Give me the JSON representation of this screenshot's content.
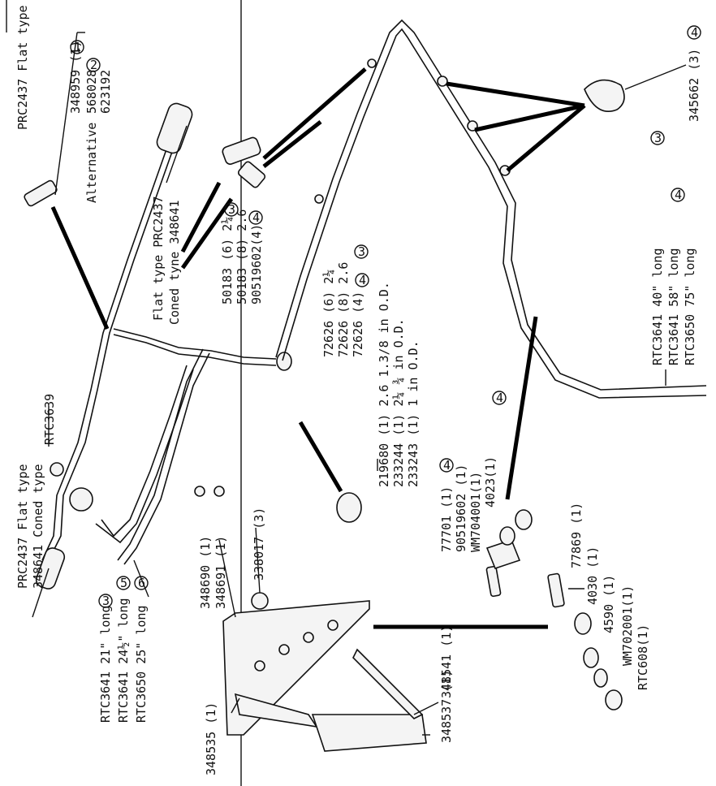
{
  "labels": {
    "prc2437_flat_left": "PRC2437 Flat type",
    "coned_left": "348641 Coned type",
    "rtc3639": "RTC3639",
    "rtc3641_21": "RTC3641 21\" long",
    "rtc3641_24": "RTC3641 24½\" long",
    "rtc3650_25": "RTC3650  25\" long",
    "num3": "3",
    "num5": "5",
    "num6": "6",
    "p348690": "348690 (1)",
    "p348691": "348691 (1)",
    "p338017": "338017 (3)",
    "p348535": "348535 (1)",
    "p348537": "348537 (1)",
    "p348541": "348541 (1)",
    "p348959": "348959 (1)",
    "p568028": "568028",
    "p623192": "623192",
    "alternative": "Alternative",
    "flat_type_mid": "Flat type PRC2437",
    "coned_mid": "Coned tyne 348641",
    "n1": "1",
    "n2": "2",
    "n4": "4",
    "p50183a": "50183 (6) 2¼",
    "p50183b": "50183 (8) 2.6",
    "p90519602_4": "90519602(4)",
    "p72626a": "72626 (6) 2¼",
    "p72626b": "72626 (8) 2.6",
    "p72626c": "72626 (4)",
    "p219680": "219680 (1) 2.6 1.3/8 in O.D.",
    "p233244": "233244 (1) 2¼ ¾ in O.D.",
    "p233243": "233243 (1) 1 in O.D.",
    "p77701": "77701 (1)",
    "p90519602_1": "90519602 (1)",
    "pWM704001": "WM704001(1)",
    "p4023": "4023(1)",
    "p77869": "77869 (1)",
    "p4030": "4030 (1)",
    "p4590": "4590 (1)",
    "pWM702001": "WM702001(1)",
    "pRTC608": "RTC608(1)",
    "p345662": "345662 (3)",
    "rtc3641_40": "RTC3641 40\" long",
    "rtc3641_58": "RTC3641 58\" long",
    "rtc3650_75": "RTC3650 75\" long"
  }
}
